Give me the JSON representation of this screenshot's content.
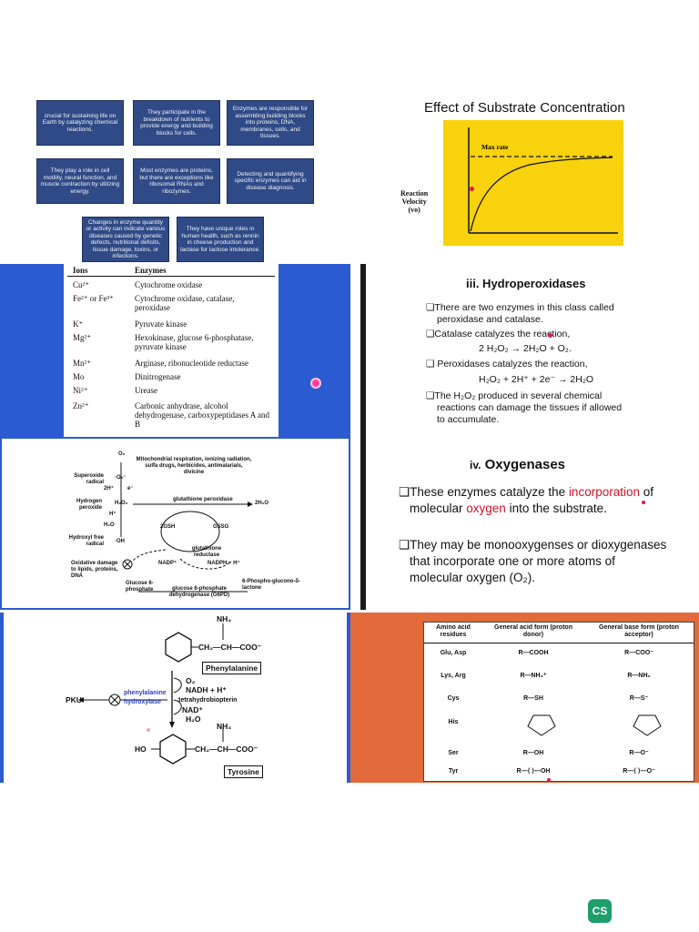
{
  "panel1": {
    "tiles": [
      "crucial for sustaining life on Earth by catalyzing chemical reactions.",
      "They participate in the breakdown of nutrients to provide energy and building blocks for cells.",
      "Enzymes are responsible for assembling building blocks into proteins, DNA, membranes, cells, and tissues.",
      "They play a role in cell motility, neural function, and muscle contraction by utilizing energy.",
      "Most enzymes are proteins, but there are exceptions like ribosomal RNAs and ribozymes.",
      "Detecting and quantifying specific enzymes can aid in disease diagnosis.",
      "Changes in enzyme quantity or activity can indicate various diseases caused by genetic defects, nutritional deficits, tissue damage, toxins, or infections.",
      "They have unique roles in human health, such as rennin in cheese production and lactase for lactose intolerance."
    ]
  },
  "panel2": {
    "title": "Effect of Substrate Concentration",
    "max_rate": "Max rate",
    "ylabel_lines": [
      "Reaction",
      "Velocity",
      "(vo)"
    ],
    "plot_color": "#f7d20d"
  },
  "panel3": {
    "header_ions": "Ions",
    "header_enzymes": "Enzymes",
    "rows": [
      {
        "ion": "Cu²⁺",
        "enzyme": "Cytochrome oxidase"
      },
      {
        "ion": "Fe²⁺ or Fe³⁺",
        "enzyme": "Cytochrome oxidase, catalase, peroxidase"
      },
      {
        "ion": "K⁺",
        "enzyme": "Pyruvate kinase"
      },
      {
        "ion": "Mg²⁺",
        "enzyme": "Hexokinase, glucose 6-phosphatase, pyruvate kinase"
      },
      {
        "ion": "Mn²⁺",
        "enzyme": "Arginase, ribonucleotide reductase"
      },
      {
        "ion": "Mo",
        "enzyme": "Dinitrogenase"
      },
      {
        "ion": "Ni²⁺",
        "enzyme": "Urease"
      },
      {
        "ion": "Zn²⁺",
        "enzyme": "Carbonic anhydrase, alcohol dehydrogenase, carboxypeptidases A and B"
      }
    ]
  },
  "panel4": {
    "heading": "iii. Hydroperoxidases",
    "b1a": "❑There are two enzymes in this class called",
    "b1b": "peroxidase and catalase.",
    "b2": "❑Catalase catalyzes the reaction,",
    "eq1": "2 H₂O₂ → 2H₂O + O₂.",
    "b3": "❑ Peroxidases catalyzes the reaction,",
    "eq2": "H₂O₂ + 2H⁺ + 2e⁻ → 2H₂O",
    "b4a": "❑The H₂O₂ produced in several chemical",
    "b4b": "reactions can damage the tissues if allowed",
    "b4c": "to accumulate."
  },
  "panel5": {
    "o2": "O₂",
    "sources": "Mitochondrial respiration, ionizing radiation, sulfa drugs, herbicides, antimalarials, divicine",
    "superoxide": "Superoxide radical",
    "h2o2_label": "Hydrogen peroxide",
    "hydroxyl": "Hydroxyl free radical",
    "gpx": "glutathione peroxidase",
    "two_h2o": "2H₂O",
    "gsh": "2GSH",
    "gssg": "GSSG",
    "gr": "glutathione reductase",
    "nadp": "NADP⁺",
    "nadph": "NADPH + H⁺",
    "damage": "Oxidative damage to lipids, proteins, DNA",
    "g6p": "Glucose 6-phosphate",
    "g6pd": "glucose 6-phosphate dehydrogenase (G6PD)",
    "product": "6-Phospho-glucono-δ-lactone",
    "o2m": "·O₂⁻",
    "h2o2": "H₂O₂",
    "oh": "·OH",
    "h2o": "H₂O",
    "e": "e⁻",
    "twoh": "2H⁺",
    "h": "H⁺"
  },
  "panel6": {
    "heading_prefix": "iv.",
    "heading_main": "Oxygenases",
    "l1a": "❑These enzymes catalyze the ",
    "l1b": "incorporation",
    "l1c": " of",
    "l2a": "molecular ",
    "l2b": "oxygen",
    "l2c": " into the substrate.",
    "l3": "❑They may be monooxygenses or dioxygenases",
    "l4": "that incorporate one or more atoms of",
    "l5": "molecular oxygen (O₂).",
    "highlight_color": "#d0102a"
  },
  "panel7": {
    "nh3": "NH₃",
    "chain": "CH₂—CH—COO⁻",
    "phe": "Phenylalanine",
    "o2": "O₂",
    "nadh": "NADH + H⁺",
    "bh4": "tetrahydrobiopterin",
    "nad": "NAD⁺",
    "h2o": "H₂O",
    "enzyme": "phenylalanine hydroxylase",
    "pku": "PKU",
    "ho": "HO",
    "tyr": "Tyrosine"
  },
  "panel8": {
    "headers": [
      "Amino acid residues",
      "General acid form (proton donor)",
      "General base form (proton acceptor)"
    ],
    "rows": [
      {
        "res": "Glu, Asp",
        "acid": "R—COOH",
        "base": "R—COO⁻"
      },
      {
        "res": "Lys, Arg",
        "acid": "R—NH₃⁺",
        "base": "R—NH₂"
      },
      {
        "res": "Cys",
        "acid": "R—SH",
        "base": "R—S⁻"
      },
      {
        "res": "His",
        "acid": "imidazolium",
        "base": "imidazole"
      },
      {
        "res": "Ser",
        "acid": "R—OH",
        "base": "R—O⁻"
      },
      {
        "res": "Tyr",
        "acid": "R—⟨ ⟩—OH",
        "base": "R—⟨ ⟩—O⁻"
      }
    ]
  },
  "badge": "CS"
}
